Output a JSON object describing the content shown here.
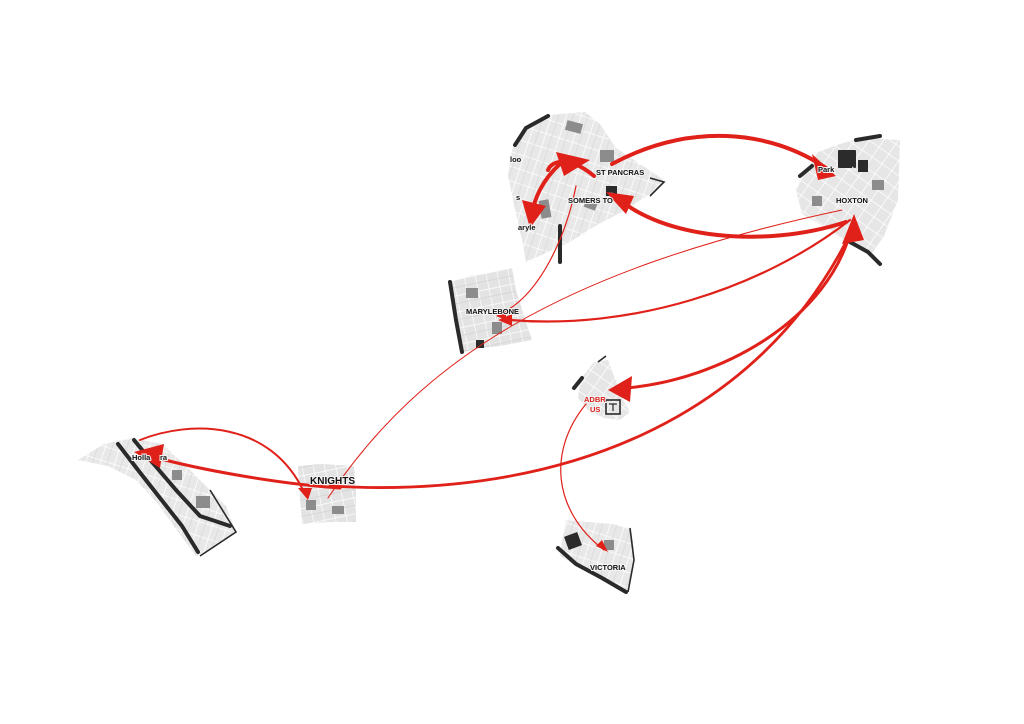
{
  "areas": [
    {
      "id": "st-pancras",
      "label": "ST PANCRAS"
    },
    {
      "id": "somers-town",
      "label": "SOMERS TO"
    },
    {
      "id": "hoxton",
      "label": "HOXTON"
    },
    {
      "id": "marylebone",
      "label": "MARYLEBONE"
    },
    {
      "id": "knightsbridge",
      "label": "KNIGHTS"
    },
    {
      "id": "holland-park",
      "label": "Holla"
    },
    {
      "id": "victoria",
      "label": "VICTORIA"
    },
    {
      "id": "ladbroke",
      "label": "ADBR"
    },
    {
      "id": "ladbroke-2",
      "label": "US"
    }
  ],
  "fragments": {
    "euston_label": "loo",
    "west_label_1": "s",
    "west_label_2": "aryle",
    "hoxton_park": "Park",
    "holland_suffix": "ra"
  },
  "icons": [
    "train-icon",
    "underground-icon",
    "station-icon"
  ],
  "colors": {
    "flow": "#e0211a",
    "block": "#e6e6e6",
    "street": "#ffffff",
    "edge": "#2a2a2a"
  }
}
